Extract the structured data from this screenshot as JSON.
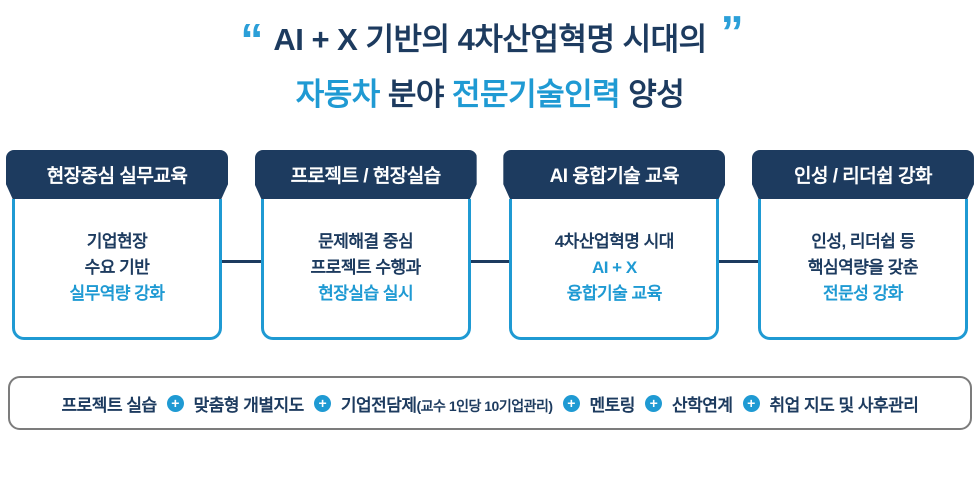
{
  "title": {
    "quote_open": "“",
    "quote_close": "”",
    "line1": "AI + X 기반의 4차산업혁명 시대의",
    "line2": {
      "part1": "자동차 ",
      "part2": "분야 ",
      "part3": "전문기술인력 ",
      "part4": "양성"
    }
  },
  "cards": [
    {
      "header": "현장중심 실무교육",
      "lines": [
        "기업현장",
        "수요 기반",
        "실무역량 강화"
      ]
    },
    {
      "header": "프로젝트 / 현장실습",
      "lines": [
        "문제해결 중심",
        "프로젝트 수행과",
        "현장실습 실시"
      ]
    },
    {
      "header": "AI 융합기술 교육",
      "lines": [
        "4차산업혁명 시대",
        "AI + X",
        "융합기술 교육"
      ]
    },
    {
      "header": "인성 / 리더쉽 강화",
      "lines": [
        "인성, 리더쉽 등",
        "핵심역량을 갖춘",
        "전문성 강화"
      ]
    }
  ],
  "bottom": {
    "items": [
      {
        "label": "프로젝트 실습",
        "note": ""
      },
      {
        "label": "맞춤형 개별지도",
        "note": ""
      },
      {
        "label": "기업전담제",
        "note": "(교수 1인당 10기업관리)"
      },
      {
        "label": "멘토링",
        "note": ""
      },
      {
        "label": "산학연계",
        "note": ""
      },
      {
        "label": "취업 지도 및 사후관리",
        "note": ""
      }
    ]
  },
  "icons": {
    "plus": "+"
  },
  "colors": {
    "navy": "#1d3b5f",
    "blue": "#1f9ad3",
    "quote_blue": "#2b9fd8",
    "bar_border": "#7c7c7c"
  }
}
